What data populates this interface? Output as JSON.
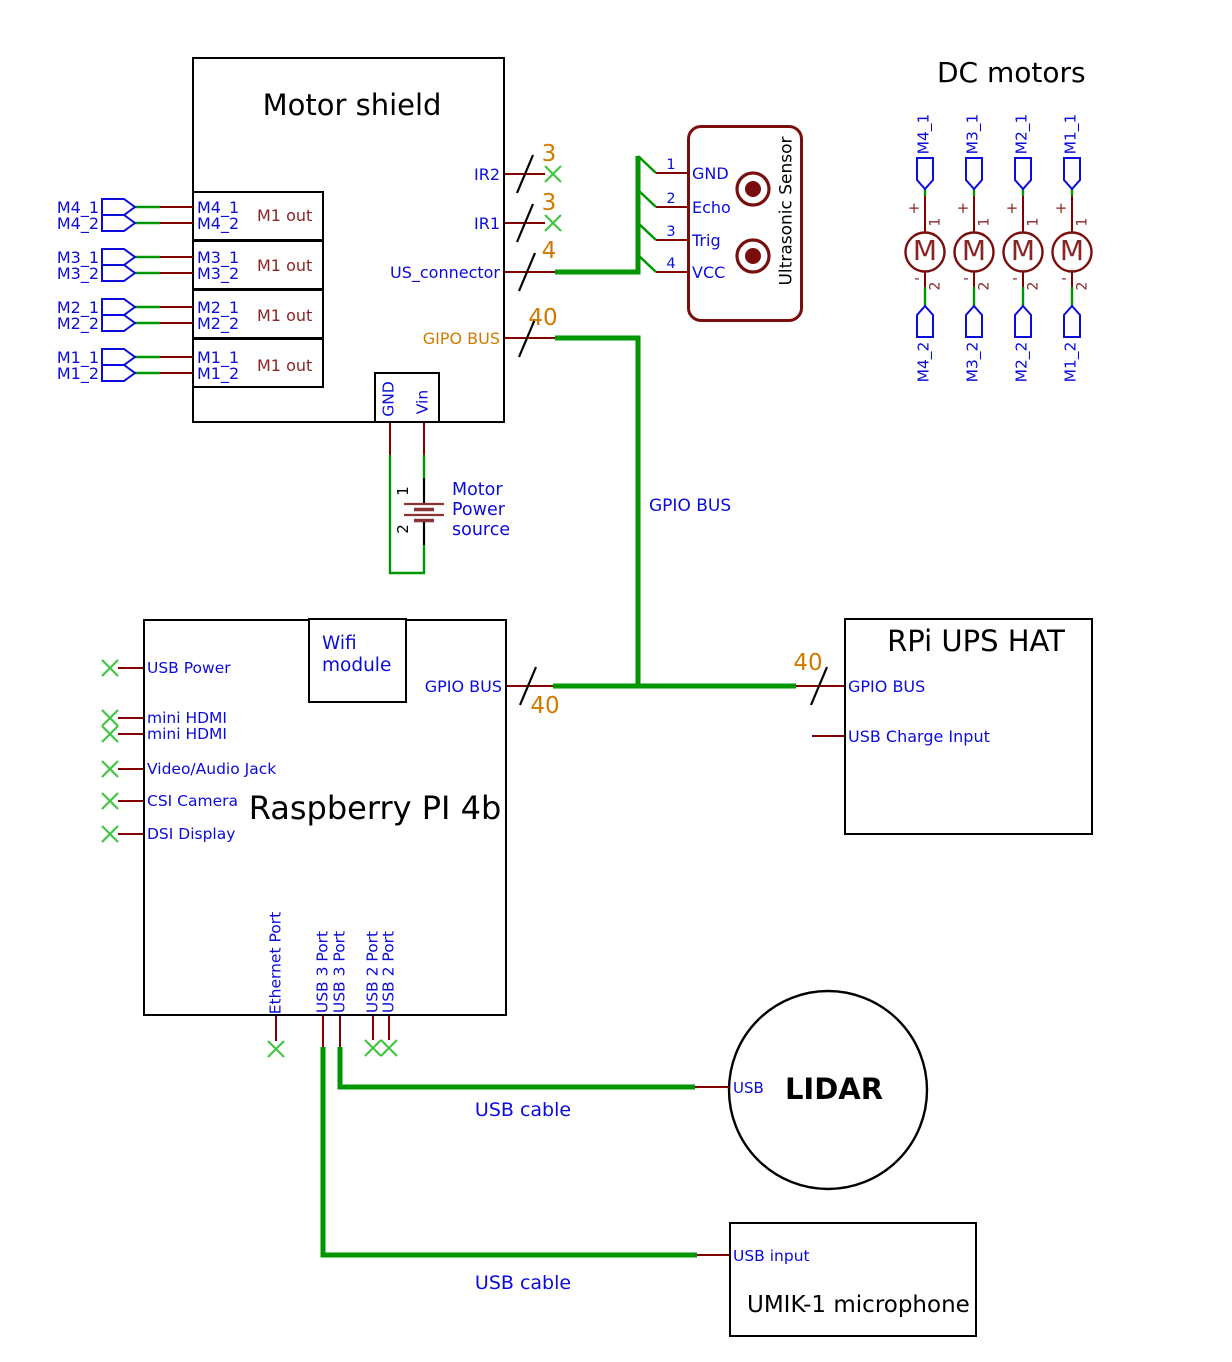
{
  "palette": {
    "wire_red": "#840000",
    "bus_green": "#009600",
    "no_connect_green": "#44C544",
    "label_blue": "#0B0BDC",
    "bus_label_orange": "#D17A00",
    "component_maroon": "#7A0E0E",
    "black": "#000000"
  },
  "motor_shield": {
    "title": "Motor shield",
    "channels": [
      {
        "flag1": "M4_1",
        "flag2": "M4_2",
        "port1": "M4_1",
        "port2": "M4_2",
        "out": "M1 out"
      },
      {
        "flag1": "M3_1",
        "flag2": "M3_2",
        "port1": "M3_1",
        "port2": "M3_2",
        "out": "M1 out"
      },
      {
        "flag1": "M2_1",
        "flag2": "M2_2",
        "port1": "M2_1",
        "port2": "M2_2",
        "out": "M1 out"
      },
      {
        "flag1": "M1_1",
        "flag2": "M1_2",
        "port1": "M1_1",
        "port2": "M1_2",
        "out": "M1 out"
      }
    ],
    "right_pins": [
      {
        "label": "IR2",
        "bus_width": "3"
      },
      {
        "label": "IR1",
        "bus_width": "3"
      },
      {
        "label": "US_connector",
        "bus_width": "4"
      },
      {
        "label": "GIPO BUS",
        "bus_width": "40"
      }
    ],
    "gnd_pin": "GND",
    "vin_pin": "Vin"
  },
  "power_source": {
    "line1": "Motor",
    "line2": "Power",
    "line3": "source",
    "pin1": "1",
    "pin2": "2"
  },
  "ultrasonic": {
    "title": "Ultrasonic Sensor",
    "pins": [
      {
        "num": "1",
        "label": "GND"
      },
      {
        "num": "2",
        "label": "Echo"
      },
      {
        "num": "3",
        "label": "Trig"
      },
      {
        "num": "4",
        "label": "VCC"
      }
    ]
  },
  "dc_motors": {
    "title": "DC motors",
    "symbol": "M",
    "plus": "+",
    "minus": "-",
    "pin1": "1",
    "pin2": "2",
    "motors": [
      {
        "top": "M4_1",
        "bottom": "M4_2"
      },
      {
        "top": "M3_1",
        "bottom": "M3_2"
      },
      {
        "top": "M2_1",
        "bottom": "M2_2"
      },
      {
        "top": "M1_1",
        "bottom": "M1_2"
      }
    ]
  },
  "gpio_bus": {
    "label": "GPIO BUS",
    "width_rpi": "40",
    "width_ups": "40"
  },
  "raspberry_pi": {
    "title": "Raspberry PI 4b",
    "wifi_line1": "Wifi",
    "wifi_line2": "module",
    "gpio_pin": "GPIO BUS",
    "left_pins": [
      "USB Power",
      "mini HDMI",
      "mini HDMI",
      "Video/Audio Jack",
      "CSI Camera",
      "DSI Display"
    ],
    "bottom_pins": [
      "Ethernet Port",
      "USB 3 Port",
      "USB 3 Port",
      "USB 2 Port",
      "USB 2 Port"
    ]
  },
  "ups_hat": {
    "title": "RPi UPS HAT",
    "gpio_pin": "GPIO BUS",
    "charge_pin": "USB Charge Input"
  },
  "lidar": {
    "title": "LIDAR",
    "pin": "USB"
  },
  "umik": {
    "title": "UMIK-1 microphone",
    "pin": "USB input"
  },
  "cables": {
    "cable1": "USB cable",
    "cable2": "USB cable"
  }
}
